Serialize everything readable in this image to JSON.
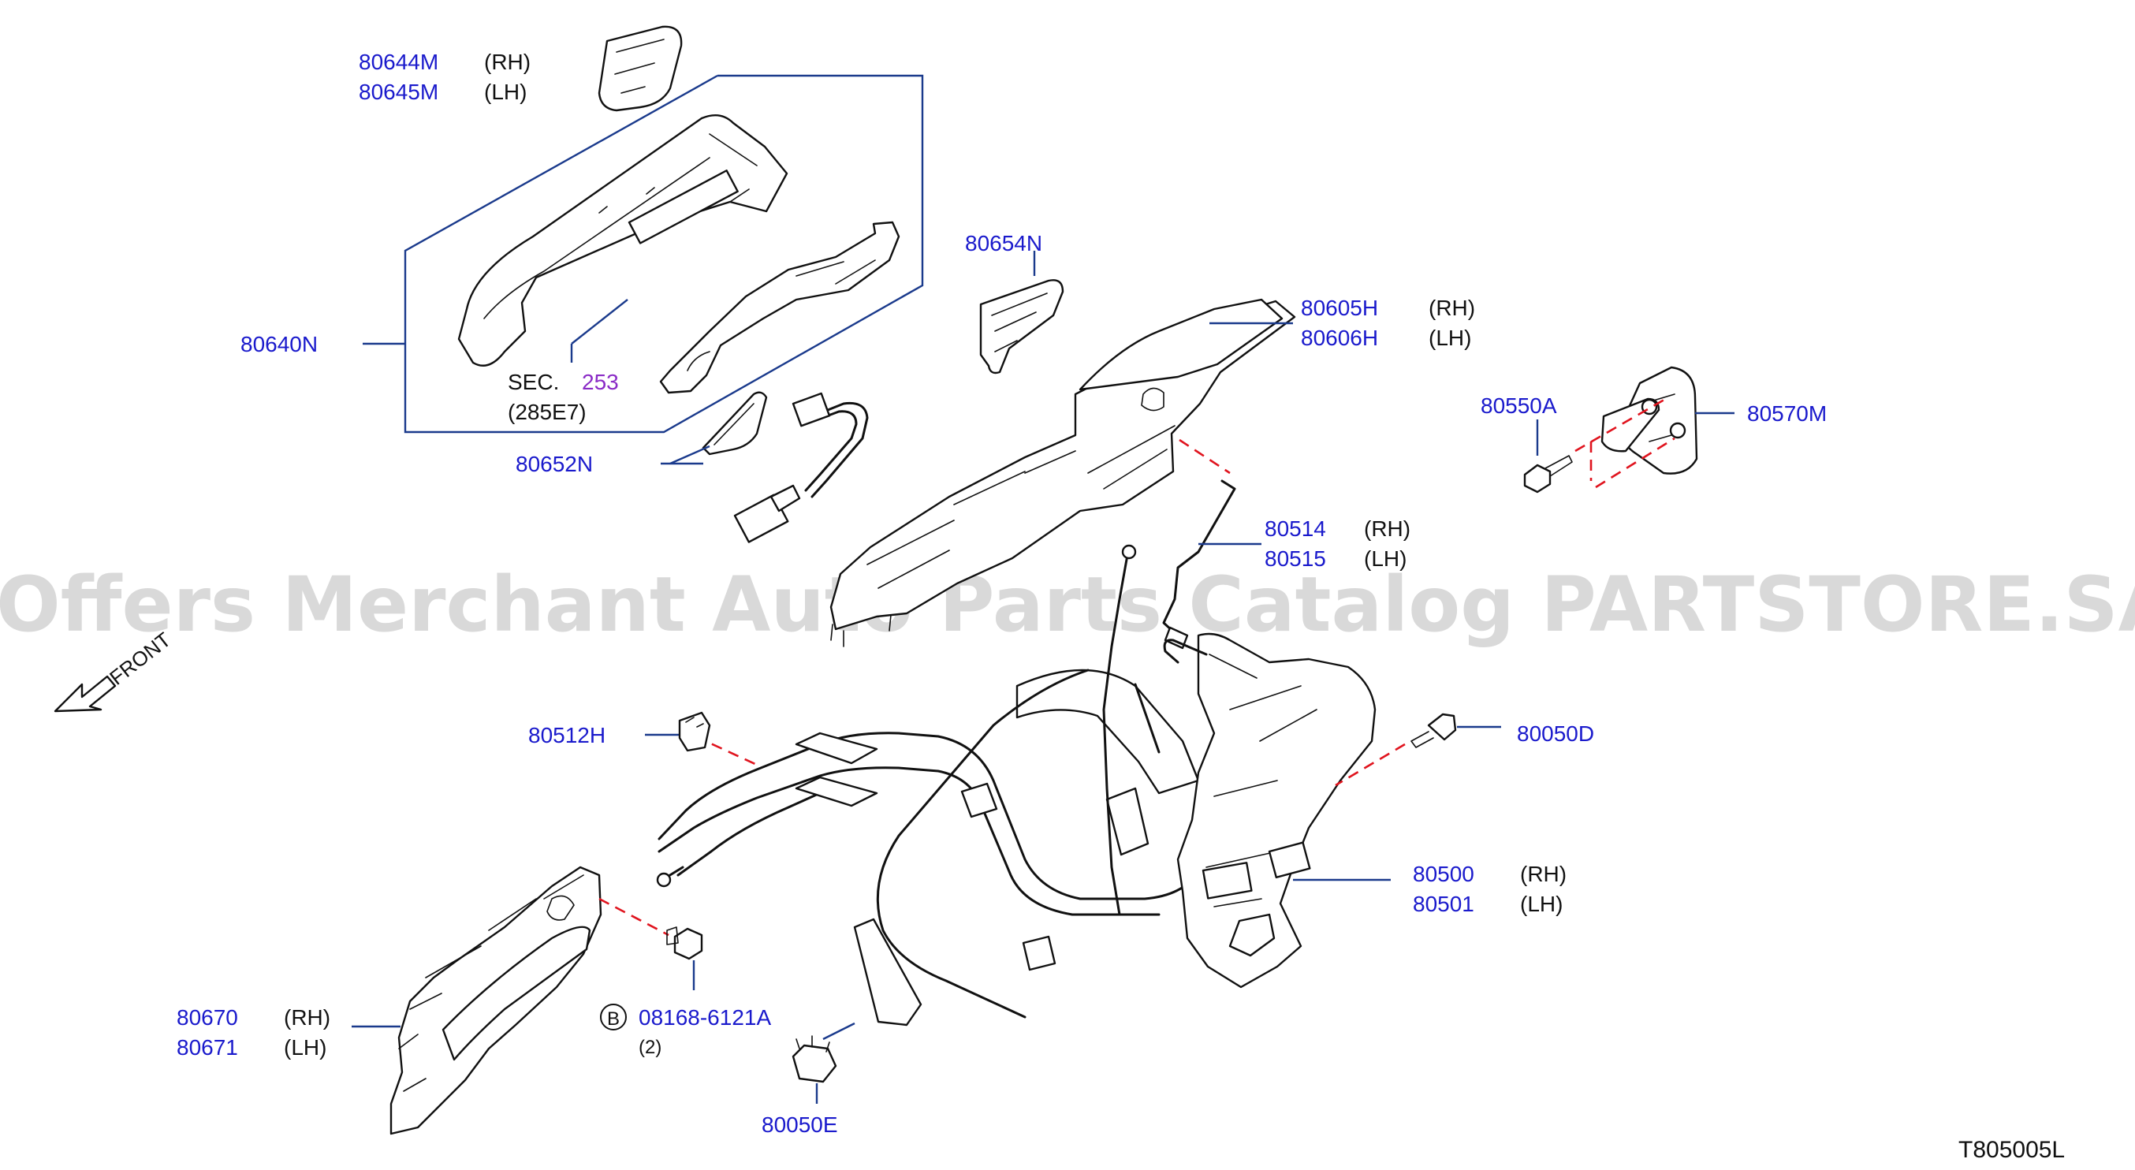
{
  "watermark": "Offers Merchant Auto Parts Catalog PARTSTORE.SA",
  "diagram_id": "T805005L",
  "front_label": "FRONT",
  "sec_ref": {
    "prefix": "SEC.",
    "number": "253",
    "sub": "(285E7)"
  },
  "parts": {
    "p80644": {
      "num": "80644M",
      "side": "(RH)"
    },
    "p80645": {
      "num": "80645M",
      "side": "(LH)"
    },
    "p80640": {
      "num": "80640N"
    },
    "p80652": {
      "num": "80652N"
    },
    "p80654": {
      "num": "80654N"
    },
    "p80605": {
      "num": "80605H",
      "side": "(RH)"
    },
    "p80606": {
      "num": "80606H",
      "side": "(LH)"
    },
    "p80550": {
      "num": "80550A"
    },
    "p80570": {
      "num": "80570M"
    },
    "p80514": {
      "num": "80514",
      "side": "(RH)"
    },
    "p80515": {
      "num": "80515",
      "side": "(LH)"
    },
    "p80512": {
      "num": "80512H"
    },
    "p80050d": {
      "num": "80050D"
    },
    "p80500": {
      "num": "80500",
      "side": "(RH)"
    },
    "p80501": {
      "num": "80501",
      "side": "(LH)"
    },
    "p80670": {
      "num": "80670",
      "side": "(RH)"
    },
    "p80671": {
      "num": "80671",
      "side": "(LH)"
    },
    "p08168": {
      "badge": "B",
      "num": "08168-6121A",
      "qty": "(2)"
    },
    "p80050e": {
      "num": "80050E"
    }
  }
}
